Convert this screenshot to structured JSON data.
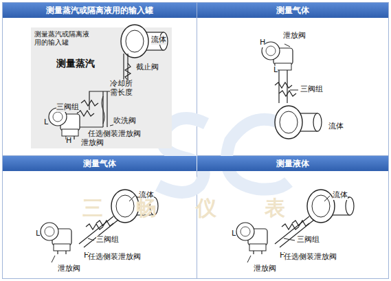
{
  "diagram": {
    "nodes": [
      {
        "text": [
          "测量蒸汽或隔离液用的输入罐"
        ]
      },
      {
        "text": [
          "测量气体"
        ]
      },
      {
        "text": [
          "测量气体"
        ]
      },
      {
        "text": [
          "测量液体"
        ]
      }
    ],
    "labels": [
      "测量蒸汽或隔离液用的输入罐",
      "测量蒸汽",
      "流体",
      "截止阀",
      "三阀组",
      "冷却所需长度",
      "吹洗阀",
      "L",
      "任选侧装泄放阀",
      "H",
      "泄放阀",
      "H",
      "泄放阀",
      "L",
      "三阀组",
      "流体",
      "流体",
      "L",
      "H",
      "三阀组",
      "任选侧装泄放阀",
      "泄放阀",
      "流体",
      "L",
      "H",
      "三阀组",
      "任选侧装泄放阀",
      "泄放阀",
      "三",
      "畅",
      "仪",
      "表"
    ]
  }
}
